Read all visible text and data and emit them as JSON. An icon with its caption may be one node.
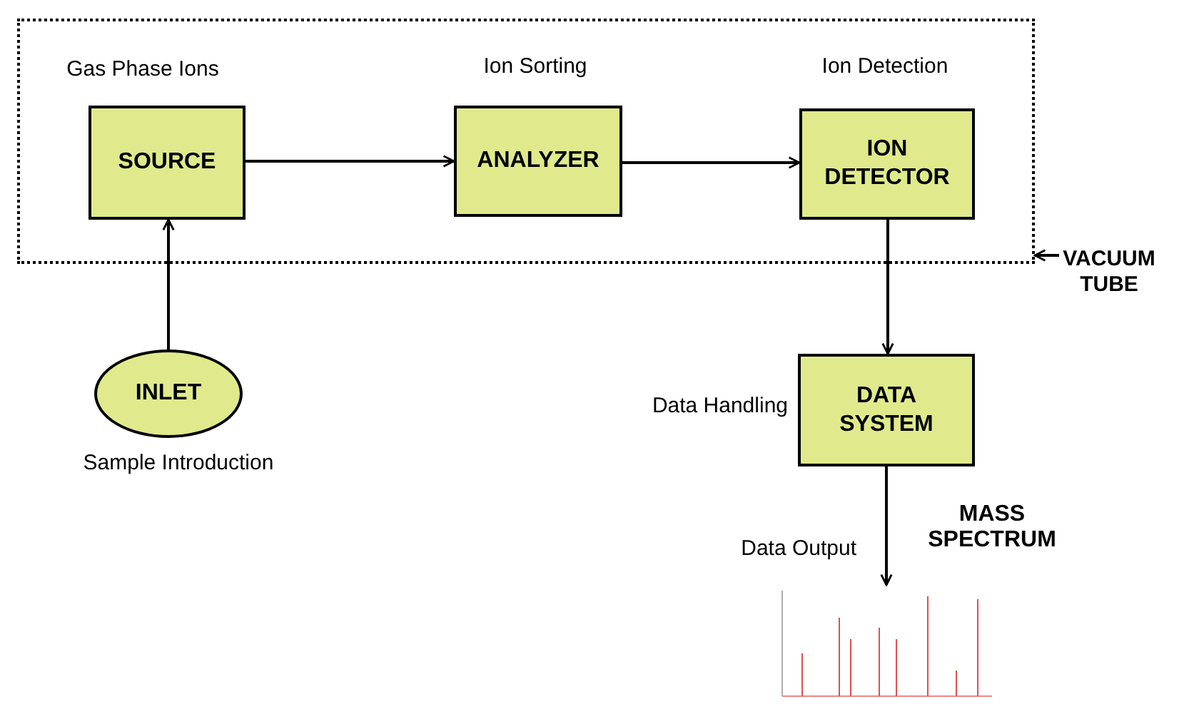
{
  "diagram": {
    "nodes": [
      {
        "text": [],
        "shape": "box"
      },
      {
        "text": [
          "SOURCE"
        ],
        "in": 0,
        "beside": [
          "Gas Phase Ions"
        ]
      },
      {
        "text": [
          "ANALYZER"
        ],
        "in": 0,
        "beside": [
          "Ion Sorting"
        ]
      },
      {
        "text": [
          "ION DETECTOR"
        ],
        "in": 0,
        "beside": [
          "Ion Detection"
        ]
      },
      {
        "text": [
          "VACUUM TUBE"
        ]
      },
      {
        "text": [
          "INLET"
        ],
        "beside": [
          "Sample Introduction"
        ]
      },
      {
        "text": [
          "DATA SYSTEM"
        ],
        "beside": [
          "Data Handling"
        ]
      },
      {
        "text": [],
        "shape": "picture",
        "beside": [
          "Data Output",
          "MASS SPECTRUM"
        ]
      }
    ],
    "edges": [
      {
        "from": 1,
        "to": 2,
        "arrow": "to"
      },
      {
        "from": 2,
        "to": 3,
        "arrow": "to"
      },
      {
        "from": 5,
        "to": 1,
        "arrow": "to"
      },
      {
        "from": 3,
        "to": 6,
        "arrow": "to"
      },
      {
        "from": 6,
        "to": 7,
        "arrow": "to"
      },
      {
        "from": 4,
        "to": 0,
        "arrow": "to"
      }
    ]
  }
}
